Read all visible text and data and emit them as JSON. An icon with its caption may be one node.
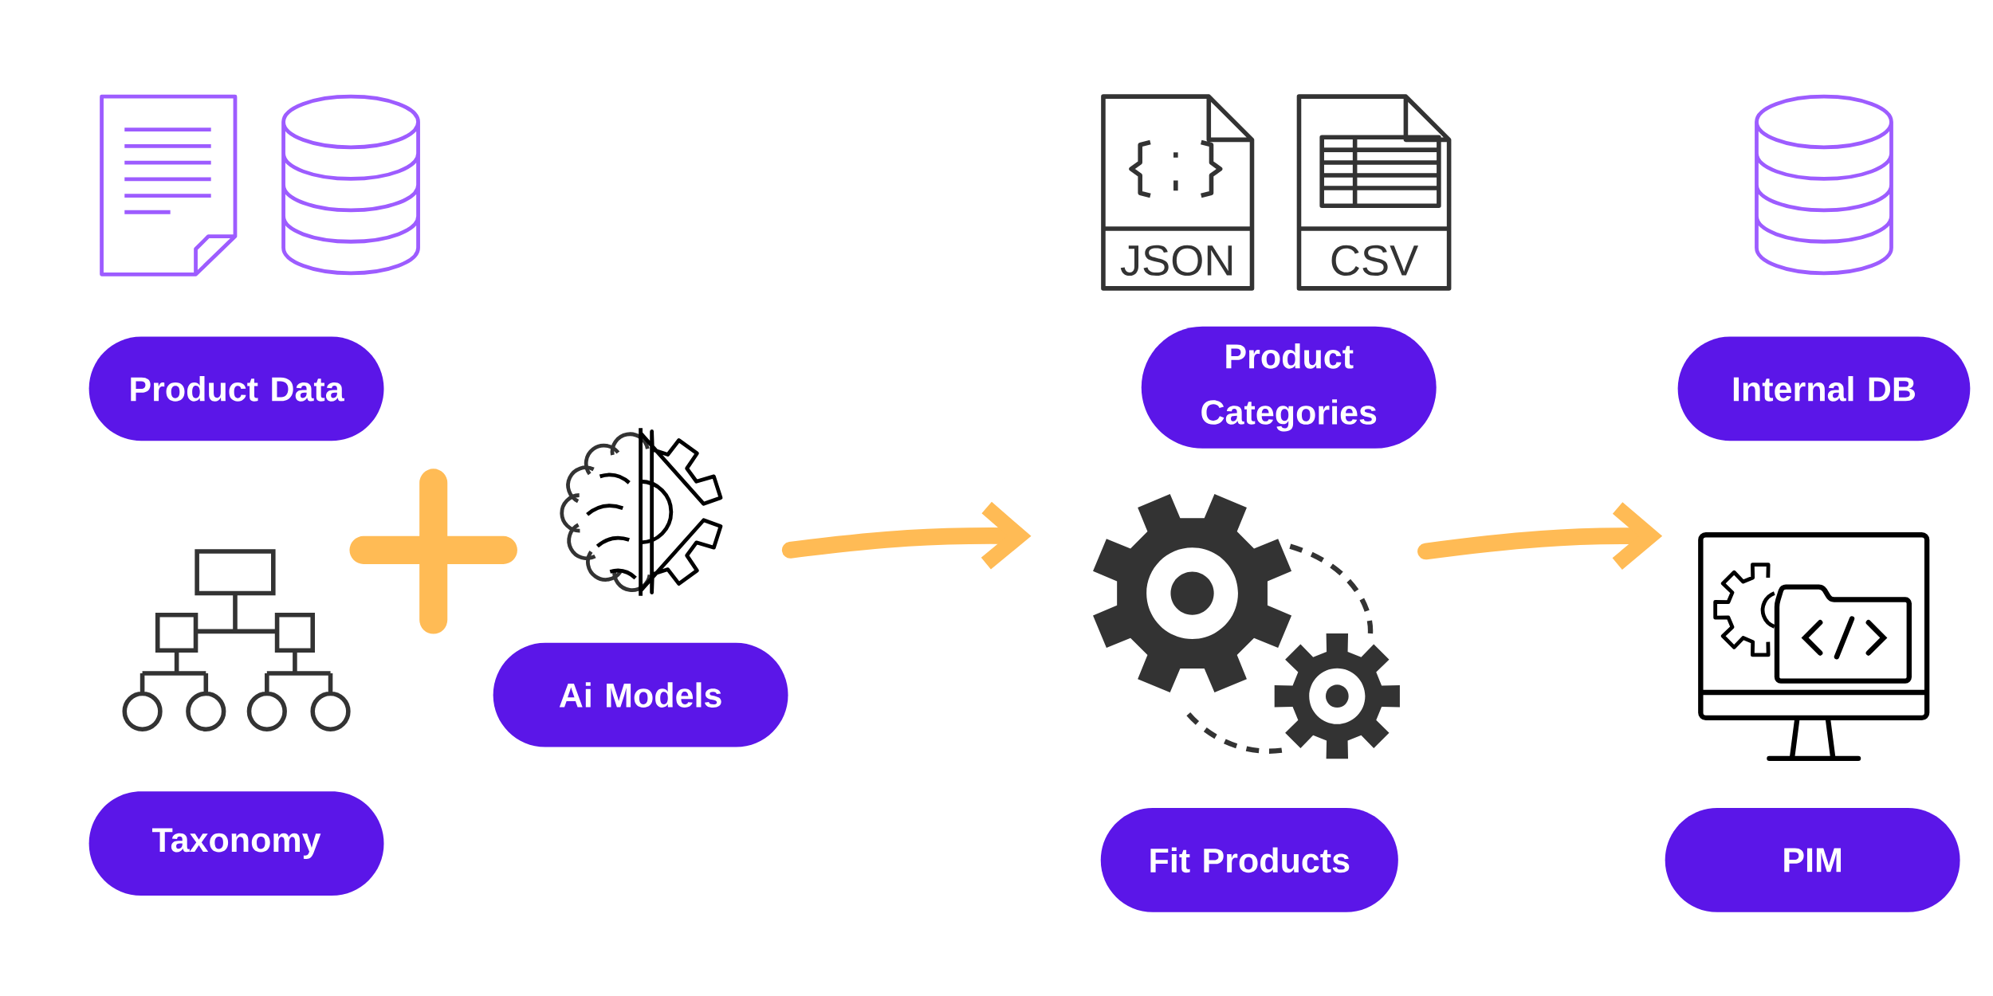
{
  "diagram": {
    "nodes": [
      {
        "text": [
          "Product Data"
        ]
      },
      {
        "text": [
          "Taxonomy"
        ]
      },
      {
        "text": [
          "Ai Models"
        ]
      },
      {
        "text": [
          "Product Categories"
        ]
      },
      {
        "text": [
          "Fit Products"
        ]
      },
      {
        "text": [
          "Internal DB"
        ]
      },
      {
        "text": [
          "PIM"
        ]
      },
      {
        "text": [],
        "shape": "picture"
      },
      {
        "text": [],
        "shape": "picture"
      },
      {
        "text": [],
        "shape": "picture"
      }
    ],
    "edges": [
      {
        "from": 7,
        "to": 8,
        "arrow": "to"
      },
      {
        "from": 8,
        "to": 9,
        "arrow": "to"
      }
    ],
    "labels": [
      "JSON",
      "CSV"
    ]
  }
}
